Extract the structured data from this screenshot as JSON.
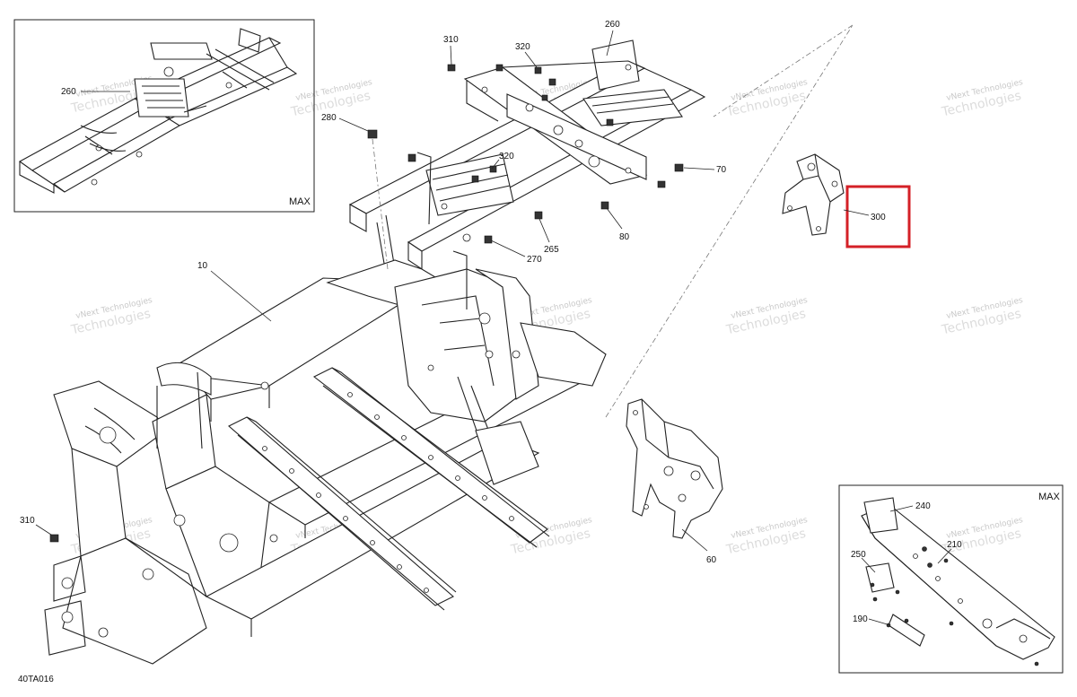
{
  "callouts": {
    "c10": "10",
    "c60": "60",
    "c70": "70",
    "c80": "80",
    "c190": "190",
    "c210": "210",
    "c240": "240",
    "c250": "250",
    "c260_main": "260",
    "c260_inset": "260",
    "c265": "265",
    "c270": "270",
    "c280": "280",
    "c300": "300",
    "c310_top": "310",
    "c310_left": "310",
    "c320_top": "320",
    "c320_mid": "320"
  },
  "insets": {
    "top_left_tag": "MAX",
    "bottom_right_tag": "MAX"
  },
  "figure_code": "40TA016",
  "watermark": {
    "line1": "vNext Technologies",
    "line2": "Technologies"
  },
  "highlight_color": "#d42027"
}
